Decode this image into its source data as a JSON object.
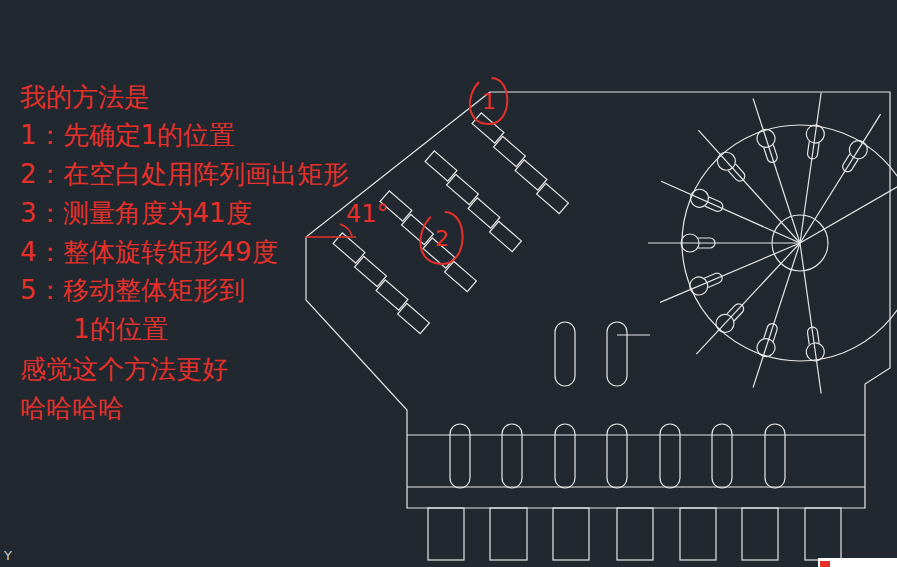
{
  "diagram": {
    "nodes": [
      {
        "text": [
          "1"
        ]
      },
      {
        "text": [
          "2"
        ]
      }
    ],
    "labels": [
      "我的方法是",
      "1：先确定1的位置",
      "2：在空白处用阵列画出矩形",
      "3：测量角度为41度",
      "4：整体旋转矩形49度",
      "5：移动整体矩形到",
      "1的位置",
      "感觉这个方法更好",
      "哈哈哈哈",
      "41°",
      "Y"
    ]
  }
}
